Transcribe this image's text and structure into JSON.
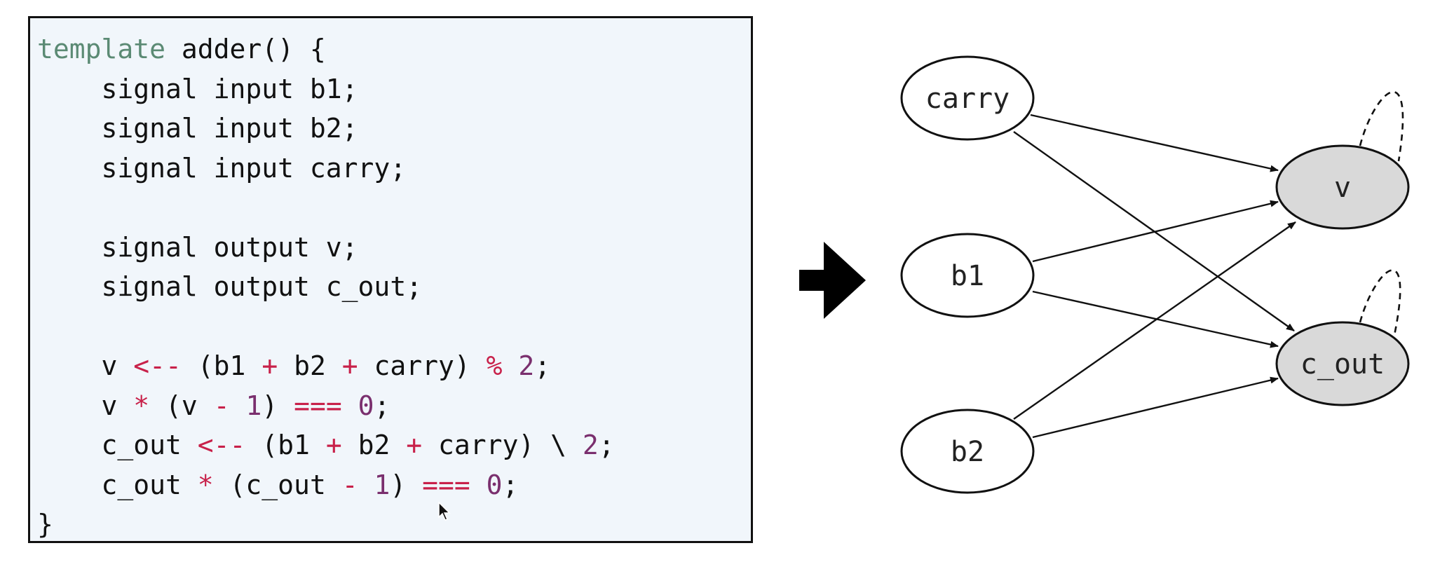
{
  "code": {
    "lines": [
      [
        {
          "t": "kw",
          "v": "template"
        },
        {
          "t": "plain",
          "v": " adder() {"
        }
      ],
      [
        {
          "t": "plain",
          "v": "    signal input b1;"
        }
      ],
      [
        {
          "t": "plain",
          "v": "    signal input b2;"
        }
      ],
      [
        {
          "t": "plain",
          "v": "    signal input carry;"
        }
      ],
      [
        {
          "t": "plain",
          "v": ""
        }
      ],
      [
        {
          "t": "plain",
          "v": "    signal output v;"
        }
      ],
      [
        {
          "t": "plain",
          "v": "    signal output c_out;"
        }
      ],
      [
        {
          "t": "plain",
          "v": ""
        }
      ],
      [
        {
          "t": "plain",
          "v": "    v "
        },
        {
          "t": "op",
          "v": "<--"
        },
        {
          "t": "plain",
          "v": " (b1 "
        },
        {
          "t": "op",
          "v": "+"
        },
        {
          "t": "plain",
          "v": " b2 "
        },
        {
          "t": "op",
          "v": "+"
        },
        {
          "t": "plain",
          "v": " carry) "
        },
        {
          "t": "op",
          "v": "%"
        },
        {
          "t": "plain",
          "v": " "
        },
        {
          "t": "num",
          "v": "2"
        },
        {
          "t": "plain",
          "v": ";"
        }
      ],
      [
        {
          "t": "plain",
          "v": "    v "
        },
        {
          "t": "op",
          "v": "*"
        },
        {
          "t": "plain",
          "v": " (v "
        },
        {
          "t": "op",
          "v": "-"
        },
        {
          "t": "plain",
          "v": " "
        },
        {
          "t": "num",
          "v": "1"
        },
        {
          "t": "plain",
          "v": ") "
        },
        {
          "t": "op",
          "v": "==="
        },
        {
          "t": "plain",
          "v": " "
        },
        {
          "t": "num",
          "v": "0"
        },
        {
          "t": "plain",
          "v": ";"
        }
      ],
      [
        {
          "t": "plain",
          "v": "    c_out "
        },
        {
          "t": "op",
          "v": "<--"
        },
        {
          "t": "plain",
          "v": " (b1 "
        },
        {
          "t": "op",
          "v": "+"
        },
        {
          "t": "plain",
          "v": " b2 "
        },
        {
          "t": "op",
          "v": "+"
        },
        {
          "t": "plain",
          "v": " carry) \\ "
        },
        {
          "t": "num",
          "v": "2"
        },
        {
          "t": "plain",
          "v": ";"
        }
      ],
      [
        {
          "t": "plain",
          "v": "    c_out "
        },
        {
          "t": "op",
          "v": "*"
        },
        {
          "t": "plain",
          "v": " (c_out "
        },
        {
          "t": "op",
          "v": "-"
        },
        {
          "t": "plain",
          "v": " "
        },
        {
          "t": "num",
          "v": "1"
        },
        {
          "t": "plain",
          "v": ") "
        },
        {
          "t": "op",
          "v": "==="
        },
        {
          "t": "plain",
          "v": " "
        },
        {
          "t": "num",
          "v": "0"
        },
        {
          "t": "plain",
          "v": ";"
        }
      ],
      [
        {
          "t": "plain",
          "v": "}"
        }
      ]
    ],
    "colors": {
      "keyword": "#5b8a74",
      "operator": "#c8214a",
      "number": "#7a2f6e",
      "text": "#111111",
      "background": "#f1f6fb"
    }
  },
  "graph": {
    "nodes": {
      "carry": {
        "label": "carry",
        "shaded": false
      },
      "b1": {
        "label": "b1",
        "shaded": false
      },
      "b2": {
        "label": "b2",
        "shaded": false
      },
      "v": {
        "label": "v",
        "shaded": true
      },
      "c_out": {
        "label": "c_out",
        "shaded": true
      }
    },
    "edges": [
      {
        "from": "carry",
        "to": "v",
        "style": "solid"
      },
      {
        "from": "carry",
        "to": "c_out",
        "style": "solid"
      },
      {
        "from": "b1",
        "to": "v",
        "style": "solid"
      },
      {
        "from": "b1",
        "to": "c_out",
        "style": "solid"
      },
      {
        "from": "b2",
        "to": "v",
        "style": "solid"
      },
      {
        "from": "b2",
        "to": "c_out",
        "style": "solid"
      },
      {
        "from": "v",
        "to": "v",
        "style": "dashed"
      },
      {
        "from": "c_out",
        "to": "c_out",
        "style": "dashed"
      }
    ],
    "shaded_fill": "#d9d9d9"
  }
}
